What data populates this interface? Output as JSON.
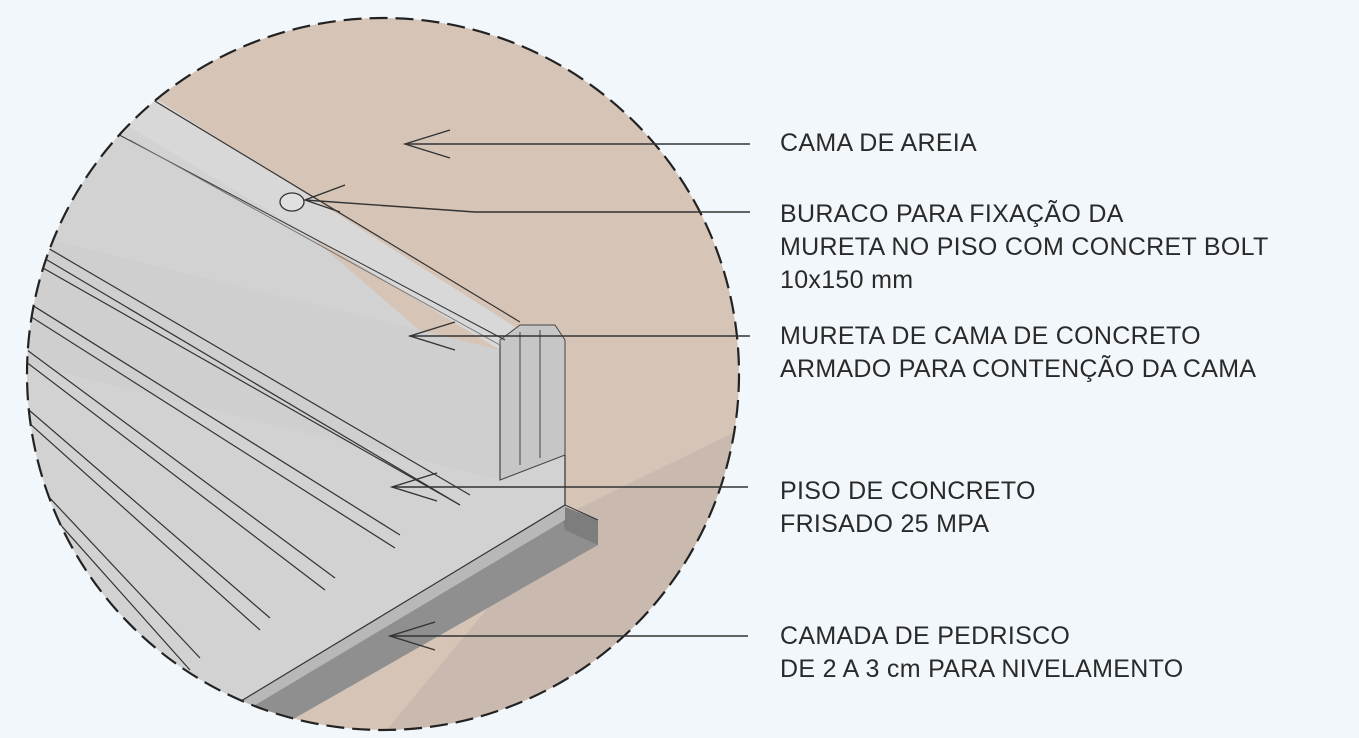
{
  "labels": {
    "cama_areia": [
      "CAMA DE AREIA"
    ],
    "buraco": [
      "BURACO PARA FIXAÇÃO DA",
      "MURETA NO PISO COM CONCRET BOLT",
      "10x150 mm"
    ],
    "mureta": [
      "MURETA DE CAMA DE CONCRETO",
      "ARMADO PARA CONTENÇÃO DA CAMA"
    ],
    "piso": [
      "PISO DE CONCRETO",
      "FRISADO 25 MPA"
    ],
    "pedrisco": [
      "CAMADA DE PEDRISCO",
      "DE 2 A 3 cm PARA NIVELAMENTO"
    ]
  },
  "colors": {
    "background": "#f2f7fb",
    "sand": "#d6c4b6",
    "concrete": "#d0d0d0",
    "gravel": "#9a9a9a",
    "outline": "#222222"
  }
}
